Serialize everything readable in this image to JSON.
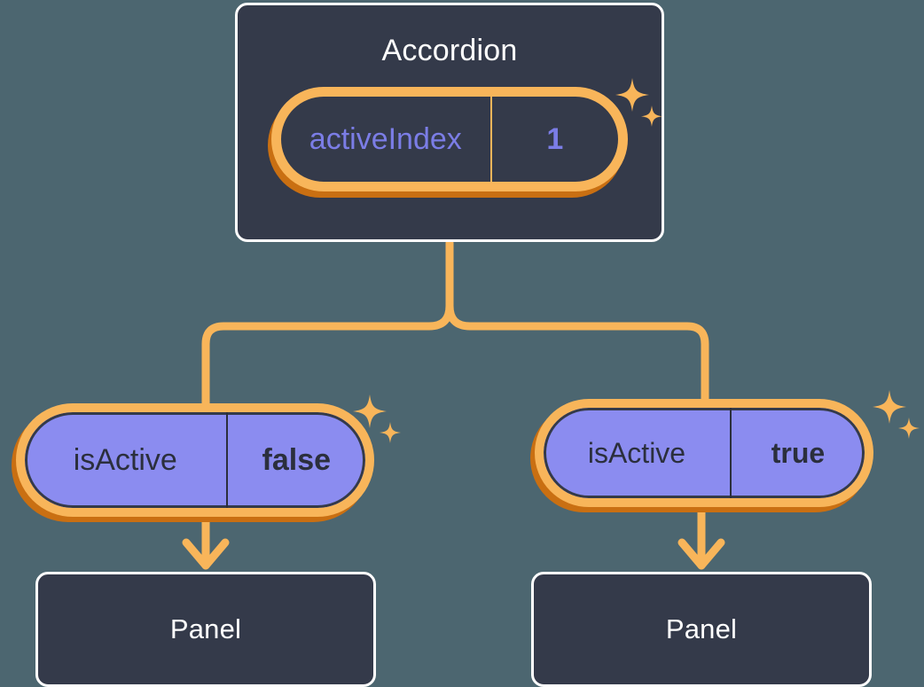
{
  "theme": {
    "background": "#4c6670",
    "node_fill": "#343a4a",
    "node_border": "#ffffff",
    "ring_light": "#f8b55a",
    "ring_dark": "#c96f12",
    "state_fill": "#8b8cf0",
    "state_text": "#2b2f3d",
    "accent_text": "#7b7de6",
    "wire": "#f8b55a"
  },
  "diagram": {
    "type": "component-state-tree",
    "root": {
      "name": "root-component",
      "title": "Accordion",
      "state": {
        "key": "activeIndex",
        "value": "1",
        "style": "dark"
      },
      "sparkle": "sparkle-icon"
    },
    "branches": [
      {
        "name": "branch-left",
        "state": {
          "key": "isActive",
          "value": "false",
          "style": "light"
        },
        "sparkle": "sparkle-icon",
        "child": {
          "name": "child-panel-left",
          "title": "Panel"
        }
      },
      {
        "name": "branch-right",
        "state": {
          "key": "isActive",
          "value": "true",
          "style": "light"
        },
        "sparkle": "sparkle-icon",
        "child": {
          "name": "child-panel-right",
          "title": "Panel"
        }
      }
    ]
  },
  "icons": {
    "sparkle": "sparkle-icon",
    "arrow_down": "arrow-down-icon"
  }
}
